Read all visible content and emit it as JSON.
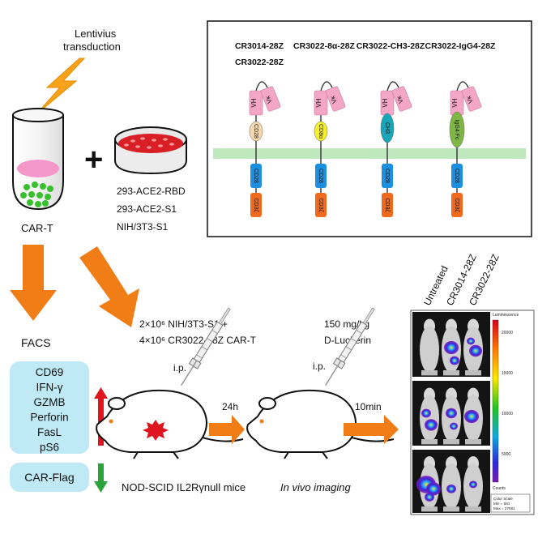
{
  "transduction": {
    "line1": "Lentivius",
    "line2": "transduction"
  },
  "tube_label": "CAR-T",
  "plus": "+",
  "dish_labels": [
    "293-ACE2-RBD",
    "293-ACE2-S1",
    "NIH/3T3-S1"
  ],
  "constructs": [
    {
      "title1": "CR3014-28Z",
      "title2": "CR3022-28Z",
      "vh": "VH",
      "vk": "Vκ",
      "hinge": "CD28",
      "tm": "CD28",
      "sig": "CD3ζ",
      "hinge_color": "#f8d7ac"
    },
    {
      "title1": "CR3022-8α-28Z",
      "title2": "",
      "vh": "VH",
      "vk": "Vκ",
      "hinge": "CD8α",
      "tm": "CD28",
      "sig": "CD3ζ",
      "hinge_color": "#f6ef2a"
    },
    {
      "title1": "CR3022-CH3-28Z",
      "title2": "",
      "vh": "VH",
      "vk": "Vκ",
      "hinge": "CH3",
      "tm": "CD28",
      "sig": "CD3ζ",
      "hinge_color": "#19a6b8"
    },
    {
      "title1": "CR3022-IgG4-28Z",
      "title2": "",
      "vh": "VH",
      "vk": "Vκ",
      "hinge": "IgG4 Fc",
      "tm": "CD28",
      "sig": "CD3ζ",
      "hinge_color": "#7fb744"
    }
  ],
  "facs": {
    "title": "FACS",
    "up_markers": [
      "CD69",
      "IFN-γ",
      "GZMB",
      "Perforin",
      "FasL",
      "pS6"
    ],
    "down_marker": "CAR-Flag",
    "up_color": "#e0141e",
    "down_color": "#2aa33a"
  },
  "injection": {
    "line1": "2×10⁶ NIH/3T3-S1 +",
    "line2": "4×10⁶ CR3022-28Z CAR-T",
    "route": "i.p.",
    "time": "24h"
  },
  "mouse1_label": "NOD-SCID IL2Rγnull mice",
  "luciferin": {
    "dose": "150 mg/kg",
    "name": "D-Luciferin",
    "route": "i.p.",
    "time": "10min"
  },
  "imaging_label": "In vivo imaging",
  "groups": [
    "Untreated",
    "CR3014-28Z",
    "CR3022-28Z"
  ],
  "colorbar": {
    "title": "Luminescence",
    "ticks": [
      "20000",
      "15000",
      "10000",
      "5000"
    ],
    "unit": "Counts",
    "scale_title": "Color Scale",
    "min": "Min = 681",
    "max": "Max = 27561"
  },
  "colors": {
    "arrow": "#f07d16",
    "membrane": "#bfe8bf",
    "vh": "#f4a6c6",
    "tm": "#1d8fe0",
    "cd3z": "#f06a1e",
    "marker_box": "#bfeaf5"
  }
}
